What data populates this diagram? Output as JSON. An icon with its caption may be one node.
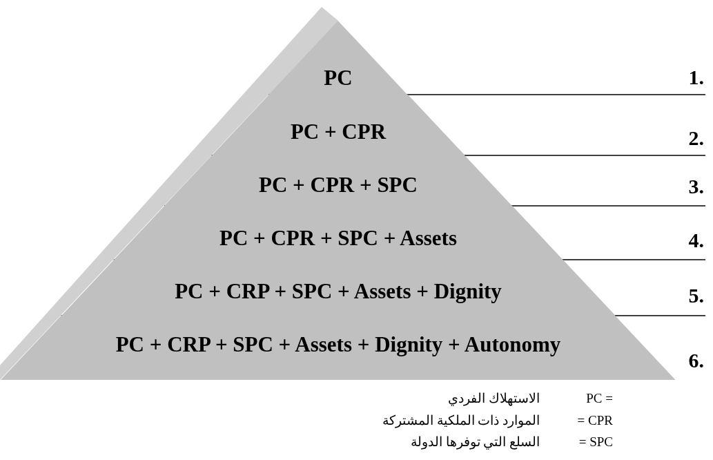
{
  "diagram": {
    "nodes": [
      {
        "text": [
          "PC"
        ]
      },
      {
        "text": [
          "PC + CPR"
        ]
      },
      {
        "text": [
          "PC + CPR  +  SPC"
        ]
      },
      {
        "text": [
          "PC + CPR  +  SPC + Assets"
        ]
      },
      {
        "text": [
          "PC + CRP + SPC + Assets + Dignity"
        ]
      },
      {
        "text": [
          "PC + CRP + SPC + Assets + Dignity + Autonomy"
        ]
      }
    ],
    "labels": [
      "1.",
      "2.",
      "3.",
      "4.",
      "5.",
      "6.",
      "PC   =",
      "الاستهلاك الفردي",
      "= CPR",
      "الموارد ذات الملكية المشتركة",
      "= SPC",
      "السلع التي توفرها الدولة"
    ]
  }
}
